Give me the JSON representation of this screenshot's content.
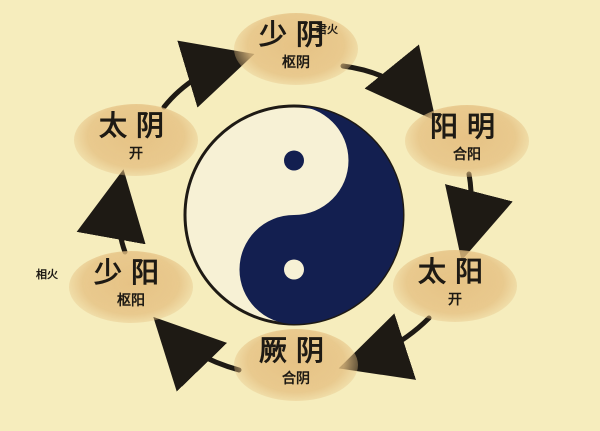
{
  "nodes": [
    {
      "id": "shaoyin",
      "name": "少阴",
      "role": "枢阴",
      "note": "君火"
    },
    {
      "id": "yangming",
      "name": "阳明",
      "role": "合阳"
    },
    {
      "id": "taiyang-right",
      "name": "太阳",
      "role": "开"
    },
    {
      "id": "jueyin",
      "name": "厥阴",
      "role": "合阴"
    },
    {
      "id": "shaoyang",
      "name": "少阳",
      "role": "枢阳",
      "note": "相火"
    },
    {
      "id": "taiyin",
      "name": "太阴",
      "role": "开"
    }
  ],
  "colors": {
    "background": "#f6edbd",
    "ink": "#1e1a14",
    "highlight": "#e5c082",
    "yin": "#131f50",
    "yang": "#f7f1d5"
  }
}
